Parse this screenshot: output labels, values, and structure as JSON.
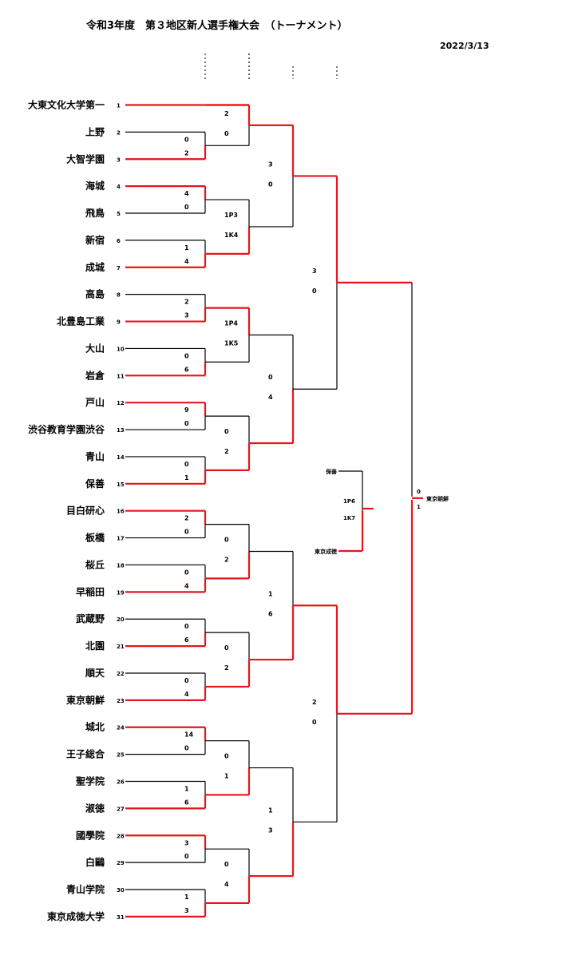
{
  "header": {
    "title": "令和3年度　第３地区新人選手権大会　（トーナメント）",
    "date": "2022/3/13"
  },
  "colors": {
    "win": "#e8141b",
    "lose": "#000000"
  },
  "teams": [
    {
      "seed": "1",
      "name": "大東文化大学第一"
    },
    {
      "seed": "2",
      "name": "上野"
    },
    {
      "seed": "3",
      "name": "大智学園"
    },
    {
      "seed": "4",
      "name": "海城"
    },
    {
      "seed": "5",
      "name": "飛鳥"
    },
    {
      "seed": "6",
      "name": "新宿"
    },
    {
      "seed": "7",
      "name": "成城"
    },
    {
      "seed": "8",
      "name": "高島"
    },
    {
      "seed": "9",
      "name": "北豊島工業"
    },
    {
      "seed": "10",
      "name": "大山"
    },
    {
      "seed": "11",
      "name": "岩倉"
    },
    {
      "seed": "12",
      "name": "戸山"
    },
    {
      "seed": "13",
      "name": "渋谷教育学園渋谷"
    },
    {
      "seed": "14",
      "name": "青山"
    },
    {
      "seed": "15",
      "name": "保善"
    },
    {
      "seed": "16",
      "name": "目白研心"
    },
    {
      "seed": "17",
      "name": "板橋"
    },
    {
      "seed": "18",
      "name": "桜丘"
    },
    {
      "seed": "19",
      "name": "早稲田"
    },
    {
      "seed": "20",
      "name": "武蔵野"
    },
    {
      "seed": "21",
      "name": "北園"
    },
    {
      "seed": "22",
      "name": "順天"
    },
    {
      "seed": "23",
      "name": "東京朝鮮"
    },
    {
      "seed": "24",
      "name": "城北"
    },
    {
      "seed": "25",
      "name": "王子総合"
    },
    {
      "seed": "26",
      "name": "聖学院"
    },
    {
      "seed": "27",
      "name": "淑徳"
    },
    {
      "seed": "28",
      "name": "國學院"
    },
    {
      "seed": "29",
      "name": "白鷗"
    },
    {
      "seed": "30",
      "name": "青山学院"
    },
    {
      "seed": "31",
      "name": "東京成徳大学"
    }
  ],
  "bye_team": 0,
  "round1": [
    {
      "a": 1,
      "b": 2,
      "sa": "0",
      "sb": "2",
      "w": "b"
    },
    {
      "a": 3,
      "b": 4,
      "sa": "4",
      "sb": "0",
      "w": "a"
    },
    {
      "a": 5,
      "b": 6,
      "sa": "1",
      "sb": "4",
      "w": "b"
    },
    {
      "a": 7,
      "b": 8,
      "sa": "2",
      "sb": "3",
      "w": "b"
    },
    {
      "a": 9,
      "b": 10,
      "sa": "0",
      "sb": "6",
      "w": "b"
    },
    {
      "a": 11,
      "b": 12,
      "sa": "9",
      "sb": "0",
      "w": "a"
    },
    {
      "a": 13,
      "b": 14,
      "sa": "0",
      "sb": "1",
      "w": "b"
    },
    {
      "a": 15,
      "b": 16,
      "sa": "2",
      "sb": "0",
      "w": "a"
    },
    {
      "a": 17,
      "b": 18,
      "sa": "0",
      "sb": "4",
      "w": "b"
    },
    {
      "a": 19,
      "b": 20,
      "sa": "0",
      "sb": "6",
      "w": "b"
    },
    {
      "a": 21,
      "b": 22,
      "sa": "0",
      "sb": "4",
      "w": "b"
    },
    {
      "a": 23,
      "b": 24,
      "sa": "14",
      "sb": "0",
      "w": "a"
    },
    {
      "a": 25,
      "b": 26,
      "sa": "1",
      "sb": "6",
      "w": "b"
    },
    {
      "a": 27,
      "b": 28,
      "sa": "3",
      "sb": "0",
      "w": "a"
    },
    {
      "a": 29,
      "b": 30,
      "sa": "1",
      "sb": "3",
      "w": "b"
    }
  ],
  "round2": [
    {
      "sa": "2",
      "sb": "0",
      "w": "a"
    },
    {
      "sa": "1P3",
      "sb": "1K4",
      "w": "b"
    },
    {
      "sa": "1P4",
      "sb": "1K5",
      "w": "a"
    },
    {
      "sa": "0",
      "sb": "2",
      "w": "b"
    },
    {
      "sa": "0",
      "sb": "2",
      "w": "b"
    },
    {
      "sa": "0",
      "sb": "2",
      "w": "b"
    },
    {
      "sa": "0",
      "sb": "1",
      "w": "b"
    },
    {
      "sa": "0",
      "sb": "4",
      "w": "b"
    }
  ],
  "round3": [
    {
      "sa": "3",
      "sb": "0",
      "w": "a"
    },
    {
      "sa": "0",
      "sb": "4",
      "w": "b"
    },
    {
      "sa": "1",
      "sb": "6",
      "w": "b"
    },
    {
      "sa": "1",
      "sb": "3",
      "w": "b"
    }
  ],
  "round4": [
    {
      "sa": "3",
      "sb": "0",
      "w": "a"
    },
    {
      "sa": "2",
      "sb": "0",
      "w": "a"
    }
  ],
  "final": {
    "sa": "0",
    "sb": "1",
    "winner": "東京朝鮮"
  },
  "third_place": {
    "team_a": "保善",
    "team_b": "東京成徳",
    "sa": "1P6",
    "sb": "1K7",
    "w": "b"
  }
}
